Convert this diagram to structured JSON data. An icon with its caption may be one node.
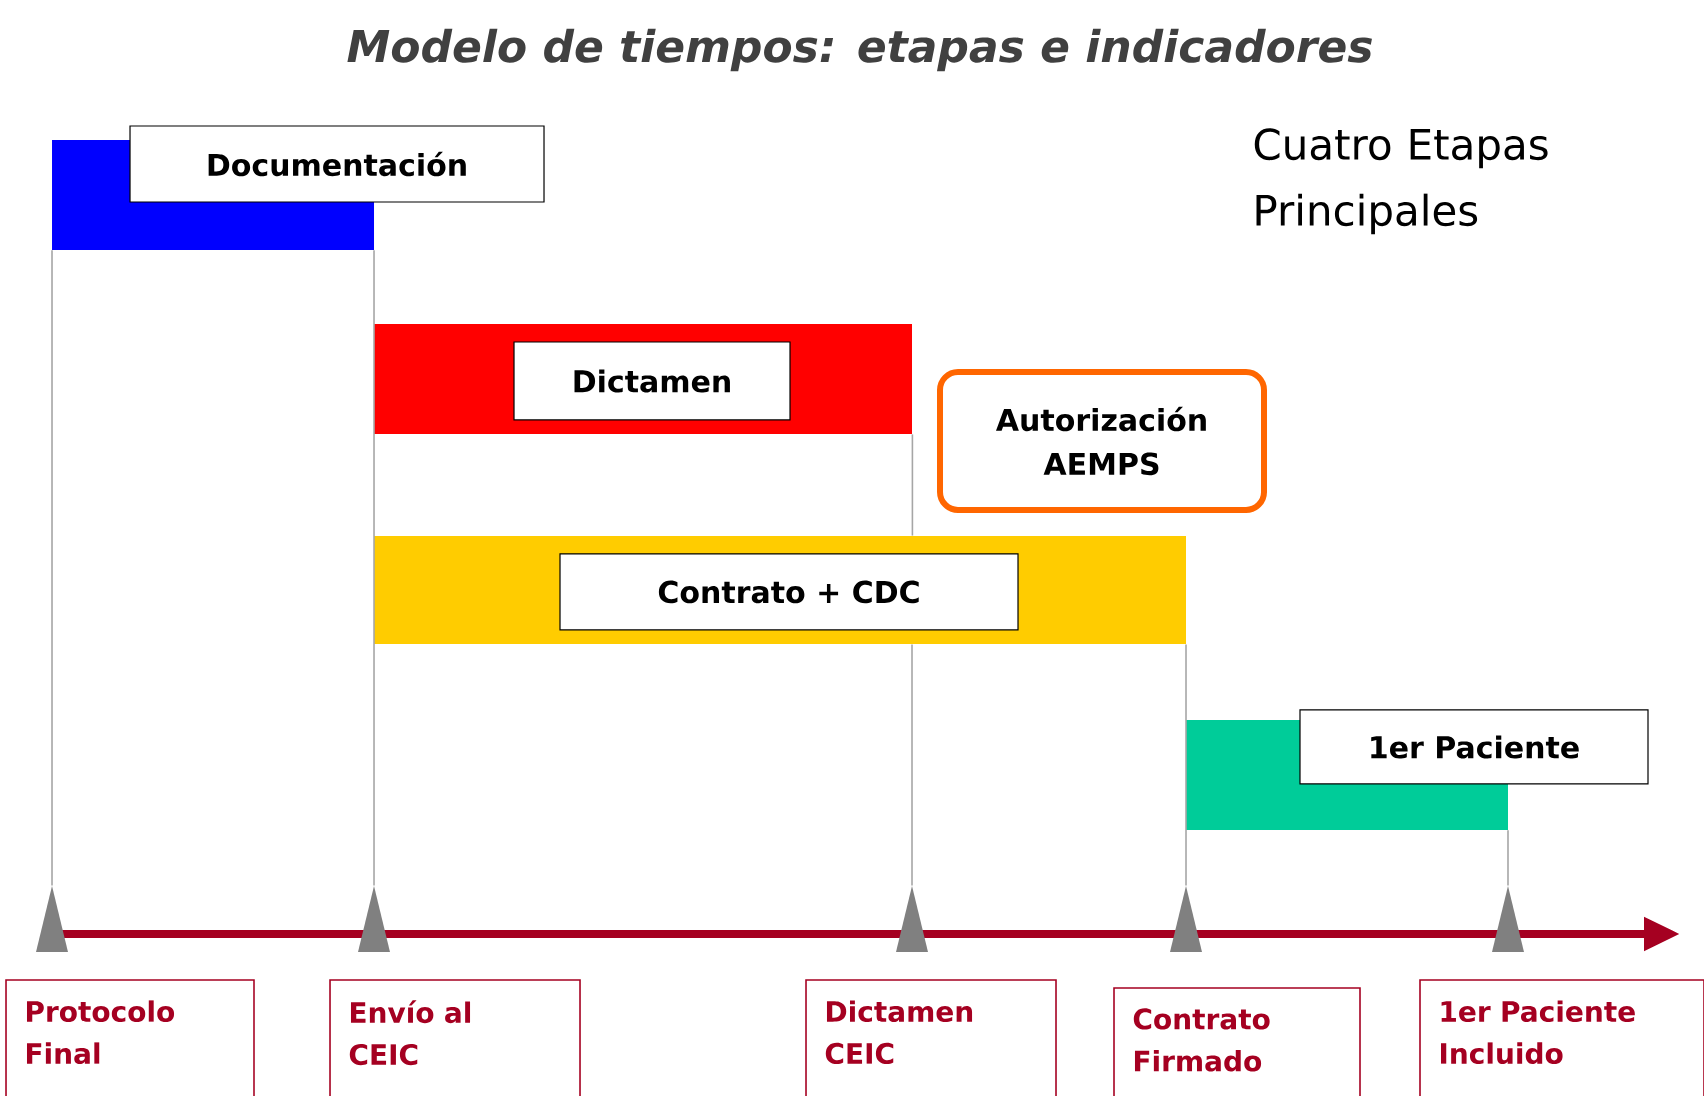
{
  "diagram": {
    "title": "Modelo de tiempos: etapas e indicadores",
    "nodes": [
      {
        "text": [
          "Documentación"
        ]
      },
      {
        "text": [
          "Dictamen"
        ]
      },
      {
        "text": [
          "Autorización AEMPS"
        ]
      },
      {
        "text": [
          "Contrato + CDC"
        ]
      },
      {
        "text": [
          "1er Paciente"
        ]
      },
      {
        "text": [
          "Protocolo Final"
        ]
      },
      {
        "text": [
          "Envío al CEIC"
        ]
      },
      {
        "text": [
          "Dictamen CEIC"
        ]
      },
      {
        "text": [
          "Contrato Firmado"
        ]
      },
      {
        "text": [
          "1er Paciente Incluido"
        ]
      },
      {
        "text": [],
        "shape": "triangle"
      },
      {
        "text": [],
        "shape": "triangle"
      },
      {
        "text": [],
        "shape": "triangle"
      },
      {
        "text": [],
        "shape": "triangle"
      },
      {
        "text": [],
        "shape": "triangle"
      }
    ],
    "edges": [
      {
        "from": 0,
        "to": 10,
        "arrow": "none"
      },
      {
        "from": 0,
        "to": 11,
        "arrow": "none"
      },
      {
        "from": 1,
        "to": 3,
        "arrow": "none"
      },
      {
        "from": 3,
        "to": 12,
        "arrow": "none"
      },
      {
        "from": 3,
        "to": 13,
        "arrow": "none"
      },
      {
        "from": 4,
        "to": 14,
        "arrow": "none"
      }
    ],
    "labels": [
      "Cuatro Etapas Principales"
    ]
  }
}
